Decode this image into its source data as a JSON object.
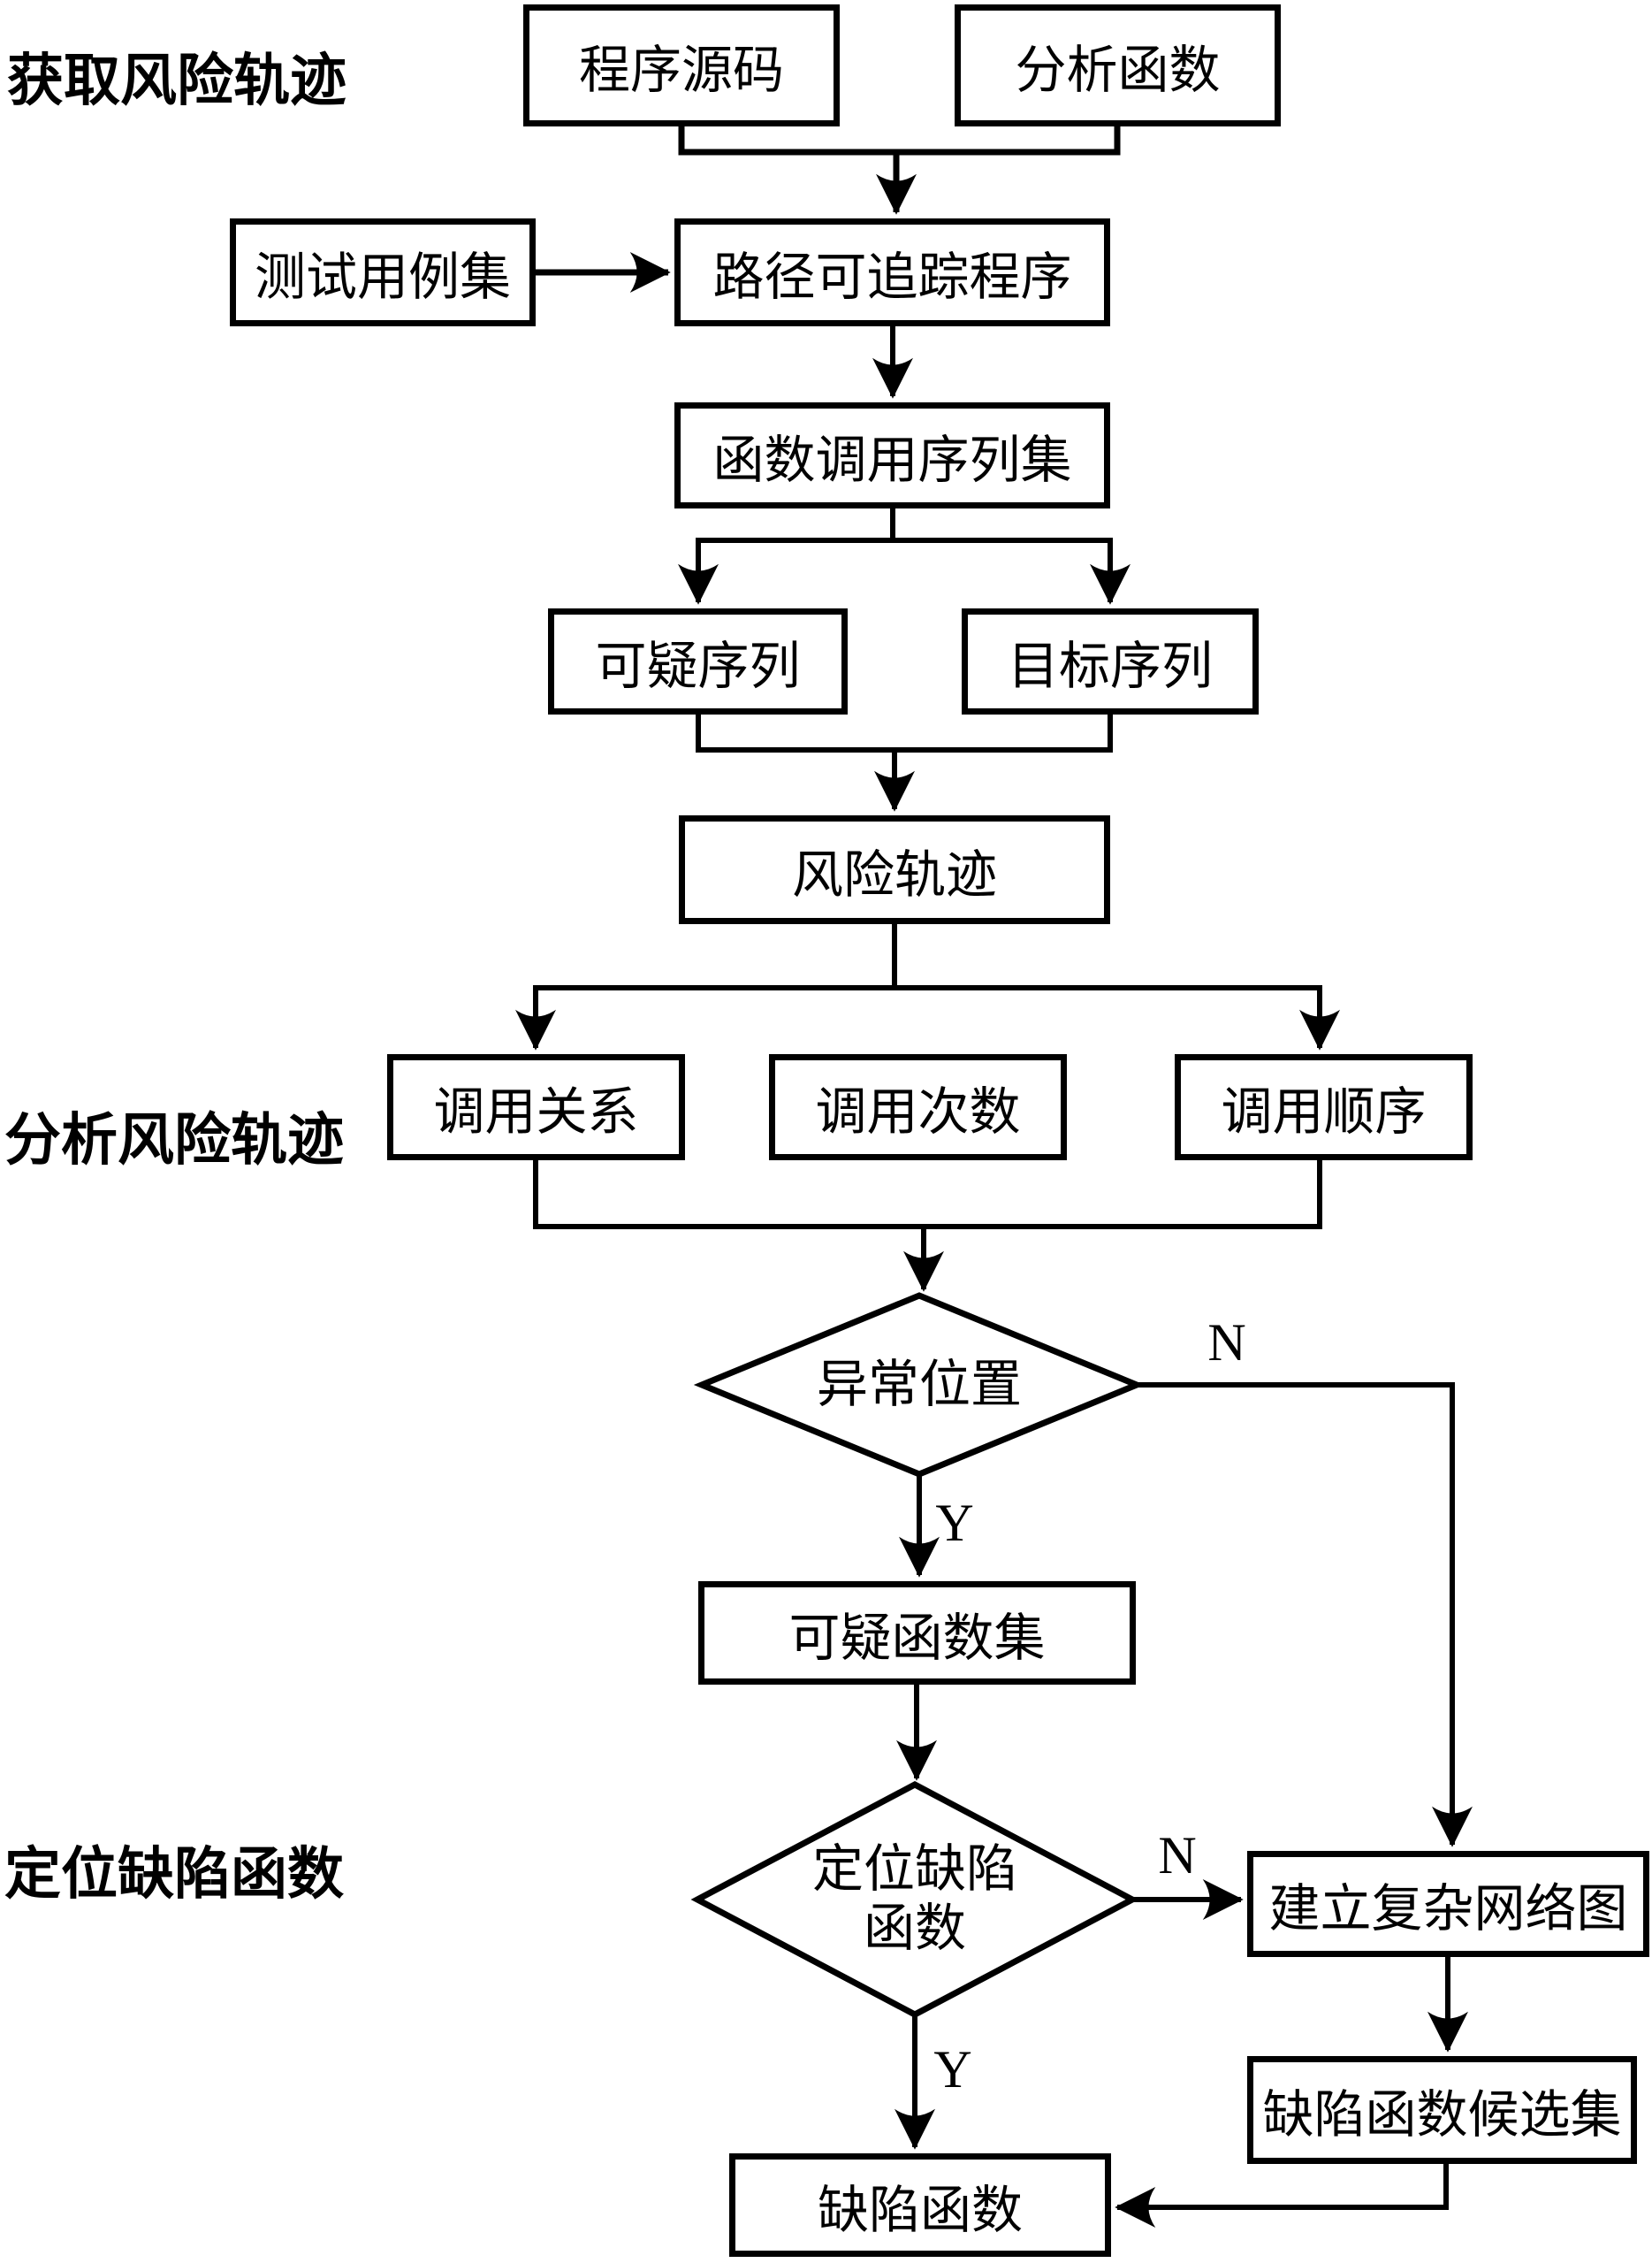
{
  "page": {
    "background": "#ffffff",
    "line_color": "#000000",
    "box_fill": "#ffffff"
  },
  "sections": {
    "acquire": "获取风险轨迹",
    "analyze": "分析风险轨迹",
    "locate": "定位缺陷函数"
  },
  "nodes": {
    "source": "程序源码",
    "analysis_fn": "分析函数",
    "testcases": "测试用例集",
    "traceable": "路径可追踪程序",
    "call_seq": "函数调用序列集",
    "susp_seq": "可疑序列",
    "target_seq": "目标序列",
    "risk_trace": "风险轨迹",
    "call_rel": "调用关系",
    "call_count": "调用次数",
    "call_order": "调用顺序",
    "anomaly": "异常位置",
    "susp_funcs": "可疑函数集",
    "locate_line1": "定位缺陷",
    "locate_line2": "函数",
    "network": "建立复杂网络图",
    "candidates": "缺陷函数候选集",
    "defect": "缺陷函数"
  },
  "edge_labels": {
    "anomaly_no": "N",
    "anomaly_yes": "Y",
    "locate_no": "N",
    "locate_yes": "Y"
  }
}
